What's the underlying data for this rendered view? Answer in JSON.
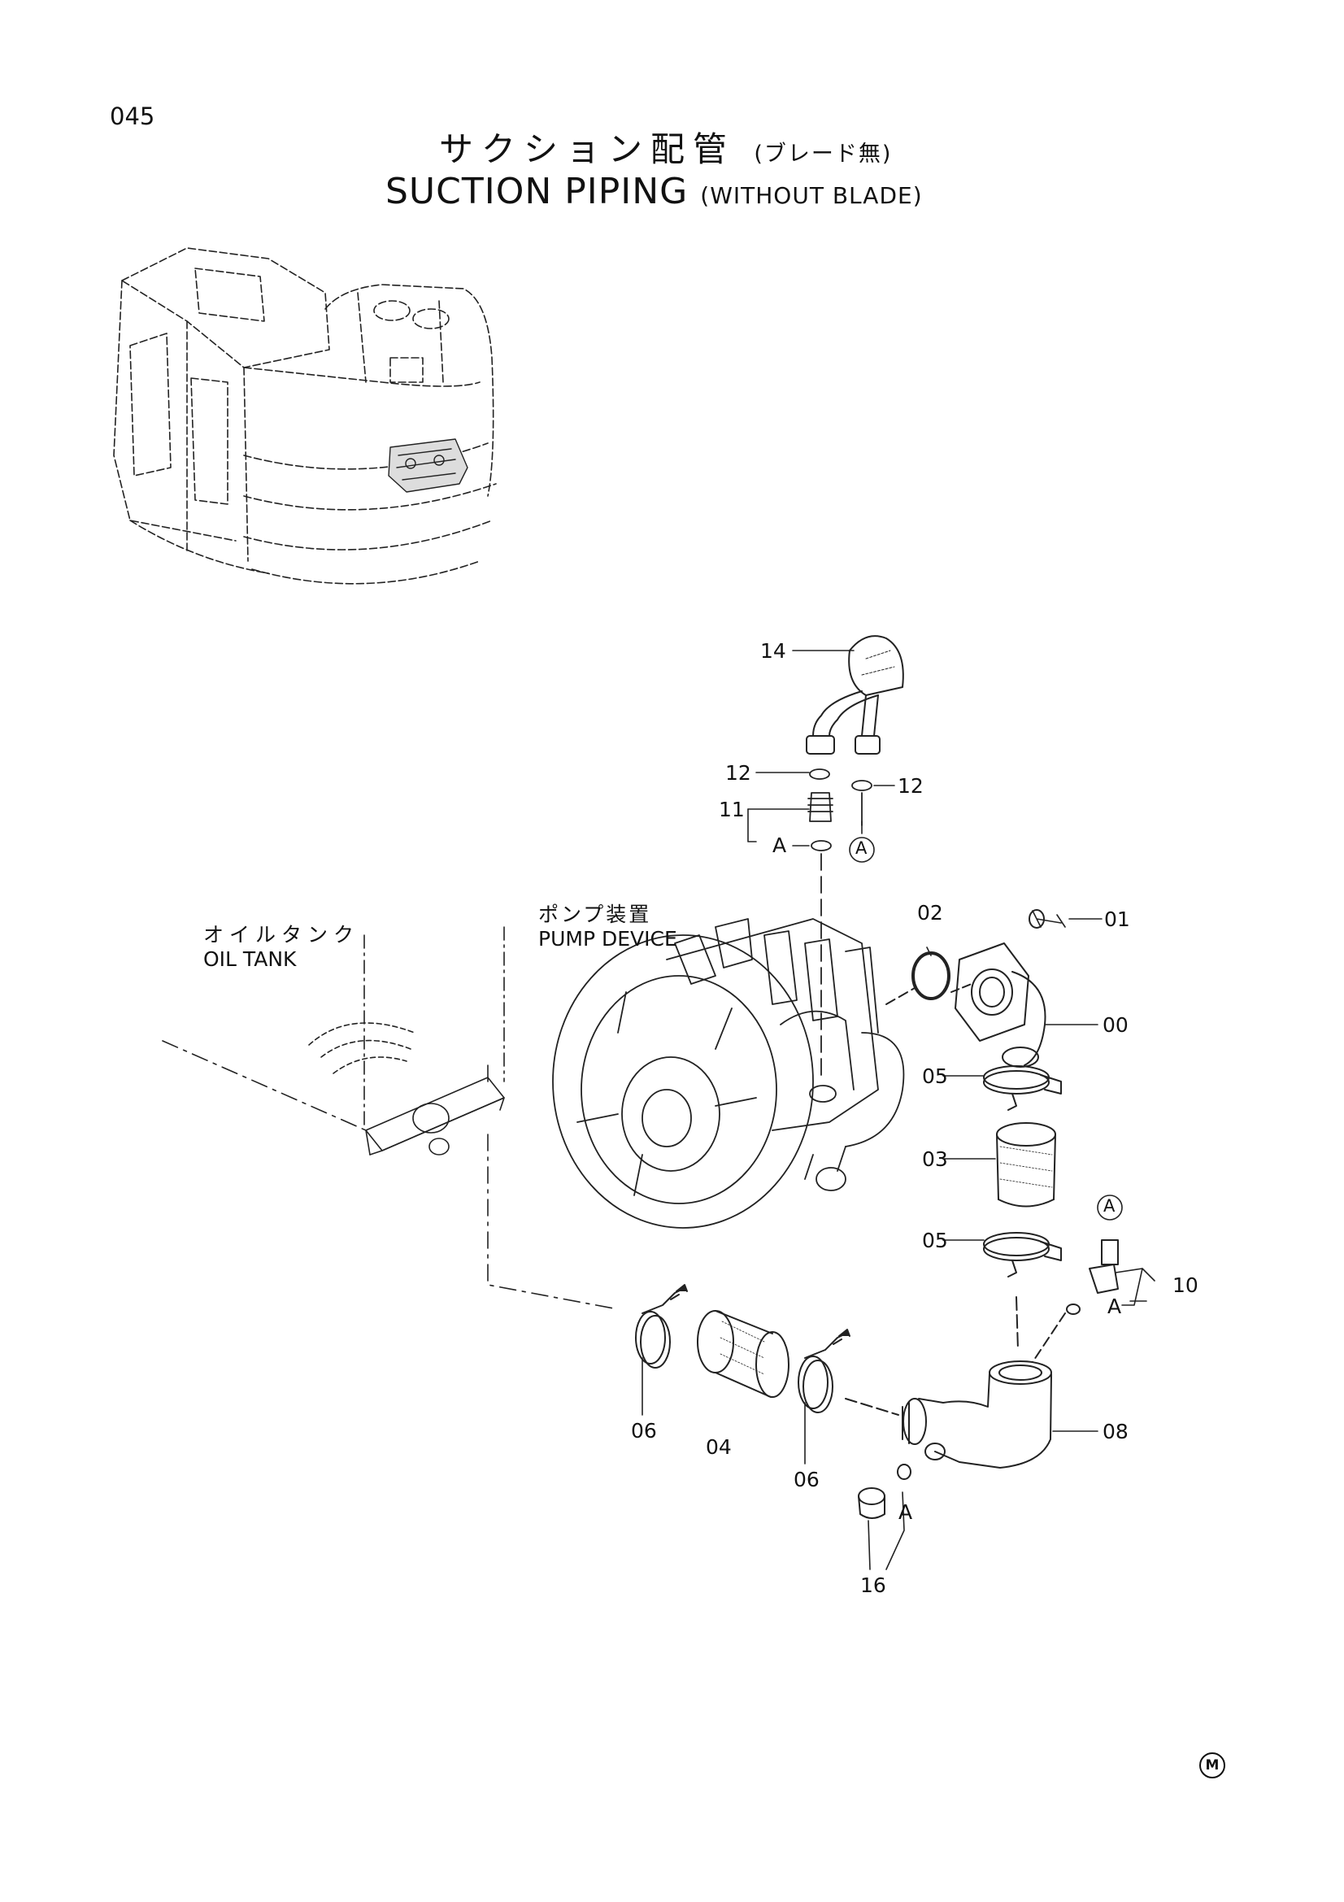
{
  "page": {
    "number": "045",
    "title_jp": "サクション配管",
    "title_jp_sub": "(ブレード無)",
    "title_en": "SUCTION PIPING",
    "title_en_sub": "(WITHOUT BLADE)"
  },
  "labels": {
    "oil_tank_jp": "オイルタンク",
    "oil_tank_en": "OIL TANK",
    "pump_device_jp": "ポンプ装置",
    "pump_device_en": "PUMP DEVICE",
    "ref_a": "A",
    "ref_a_circled": "A",
    "corner_mark": "M"
  },
  "parts": [
    {
      "id": "p00",
      "number": "00"
    },
    {
      "id": "p01",
      "number": "01"
    },
    {
      "id": "p02",
      "number": "02"
    },
    {
      "id": "p03",
      "number": "03"
    },
    {
      "id": "p04",
      "number": "04"
    },
    {
      "id": "p05a",
      "number": "05"
    },
    {
      "id": "p05b",
      "number": "05"
    },
    {
      "id": "p06a",
      "number": "06"
    },
    {
      "id": "p06b",
      "number": "06"
    },
    {
      "id": "p08",
      "number": "08"
    },
    {
      "id": "p10",
      "number": "10"
    },
    {
      "id": "p11",
      "number": "11"
    },
    {
      "id": "p12a",
      "number": "12"
    },
    {
      "id": "p12b",
      "number": "12"
    },
    {
      "id": "p14",
      "number": "14"
    },
    {
      "id": "p16",
      "number": "16"
    }
  ]
}
